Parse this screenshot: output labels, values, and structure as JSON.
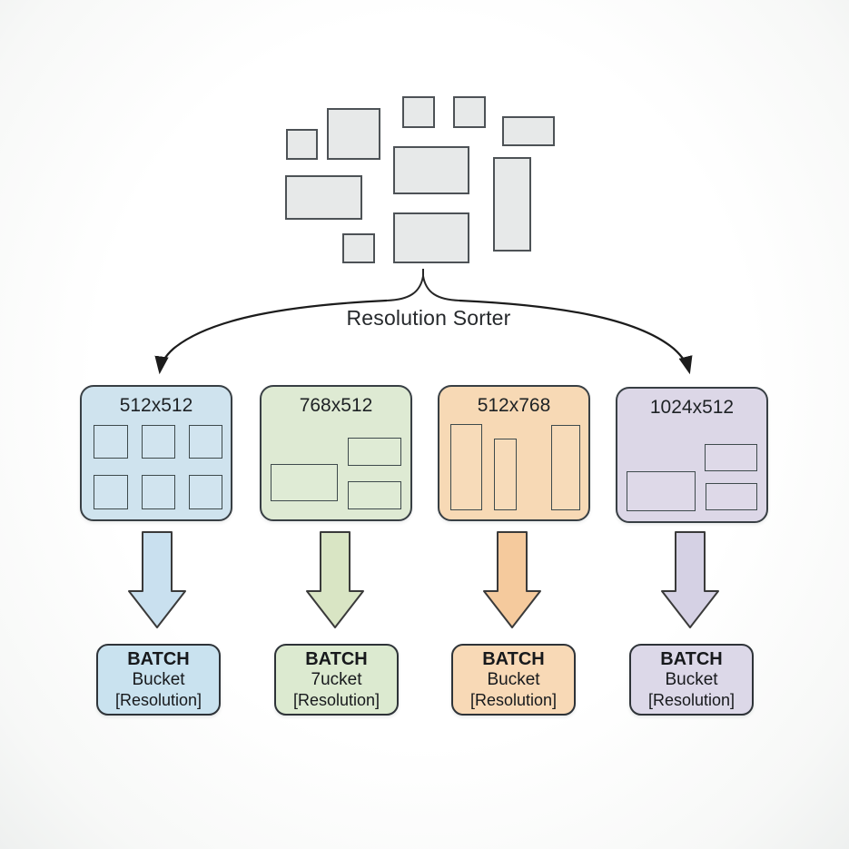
{
  "sorter": {
    "label": "Resolution Sorter"
  },
  "pool": {
    "thumbs": [
      [
        315,
        142,
        35,
        34
      ],
      [
        360,
        119,
        59,
        57
      ],
      [
        443,
        106,
        36,
        35
      ],
      [
        499,
        106,
        36,
        35
      ],
      [
        553,
        128,
        58,
        33
      ],
      [
        433,
        161,
        84,
        53
      ],
      [
        314,
        193,
        85,
        49
      ],
      [
        543,
        173,
        42,
        104
      ],
      [
        377,
        257,
        36,
        33
      ],
      [
        433,
        234,
        84,
        56
      ]
    ]
  },
  "columns": [
    {
      "resolution": "512x512",
      "bucket_fill": "#cfe3ee",
      "arrow_fill": "#c9e0ef",
      "batch_fill": "#c9e2ef",
      "batch": {
        "title": "BATCH",
        "line2": "Bucket",
        "line3": "[Resolution]"
      },
      "tiles": [
        [
          13,
          42,
          38,
          37
        ],
        [
          66,
          42,
          37,
          37
        ],
        [
          118,
          42,
          37,
          37
        ],
        [
          13,
          97,
          38,
          38
        ],
        [
          66,
          97,
          37,
          38
        ],
        [
          118,
          97,
          37,
          38
        ]
      ]
    },
    {
      "resolution": "768x512",
      "bucket_fill": "#deead3",
      "arrow_fill": "#d9e5c4",
      "batch_fill": "#dcead0",
      "batch": {
        "title": "BATCH",
        "line2": "7ucket",
        "line3": "[Resolution]"
      },
      "tiles": [
        [
          95,
          56,
          59,
          31
        ],
        [
          10,
          85,
          74,
          41
        ],
        [
          95,
          104,
          59,
          31
        ]
      ]
    },
    {
      "resolution": "512x768",
      "bucket_fill": "#f7d9b5",
      "arrow_fill": "#f5ca9d",
      "batch_fill": "#f8d9b6",
      "batch": {
        "title": "BATCH",
        "line2": "Bucket",
        "line3": "[Resolution]"
      },
      "tiles": [
        [
          12,
          41,
          35,
          95
        ],
        [
          60,
          57,
          25,
          79
        ],
        [
          123,
          42,
          32,
          94
        ]
      ]
    },
    {
      "resolution": "1024x512",
      "bucket_fill": "#dcd7e7",
      "arrow_fill": "#d5d1e4",
      "batch_fill": "#dcd8e8",
      "batch": {
        "title": "BATCH",
        "line2": "Bucket",
        "line3": "[Resolution]"
      },
      "tiles": [
        [
          96,
          61,
          58,
          30
        ],
        [
          10,
          91,
          76,
          44
        ],
        [
          97,
          104,
          57,
          30
        ]
      ]
    }
  ]
}
